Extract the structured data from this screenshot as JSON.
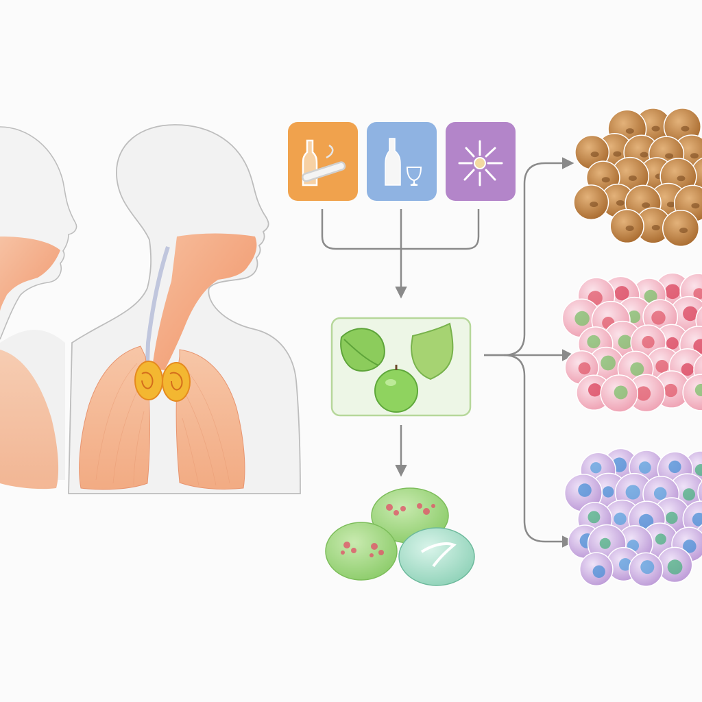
{
  "colors": {
    "background": "#fbfbfb",
    "head_outline": "#bdbdbd",
    "muscle_orange": "#f4a27a",
    "lung_fill": "#f6b892",
    "lymph_node": "#f3b731",
    "arrow_gray": "#8a8a8a",
    "risk_orange": "#f0a24d",
    "risk_blue": "#8fb3e2",
    "risk_purple": "#b385c9",
    "protective_box": "#edf6e6",
    "protective_border": "#b6d79a",
    "brown_cells": "#b57a3c",
    "pink_cells": "#f1a6b6",
    "purple_cells": "#c6a7df"
  },
  "figure": {
    "left_panel": {
      "profiles": [
        {
          "name": "head-profile-partial"
        },
        {
          "name": "head-profile-full"
        }
      ]
    },
    "risk_factors": [
      {
        "name": "tobacco-risk-card",
        "icon": "bottle-cigarette-icon",
        "color": "#f0a24d"
      },
      {
        "name": "alcohol-risk-card",
        "icon": "bottle-glass-icon",
        "color": "#8fb3e2"
      },
      {
        "name": "radiation-risk-card",
        "icon": "starburst-icon",
        "color": "#b385c9"
      }
    ],
    "protective_box": {
      "icons": [
        "leaf-icon",
        "apple-icon",
        "shield-icon"
      ]
    },
    "cell_groups": [
      {
        "name": "brown-cell-cluster",
        "color": "#b57a3c"
      },
      {
        "name": "pink-cell-cluster",
        "color": "#f1a6b6"
      },
      {
        "name": "purple-cell-cluster",
        "color": "#c6a7df"
      }
    ]
  }
}
